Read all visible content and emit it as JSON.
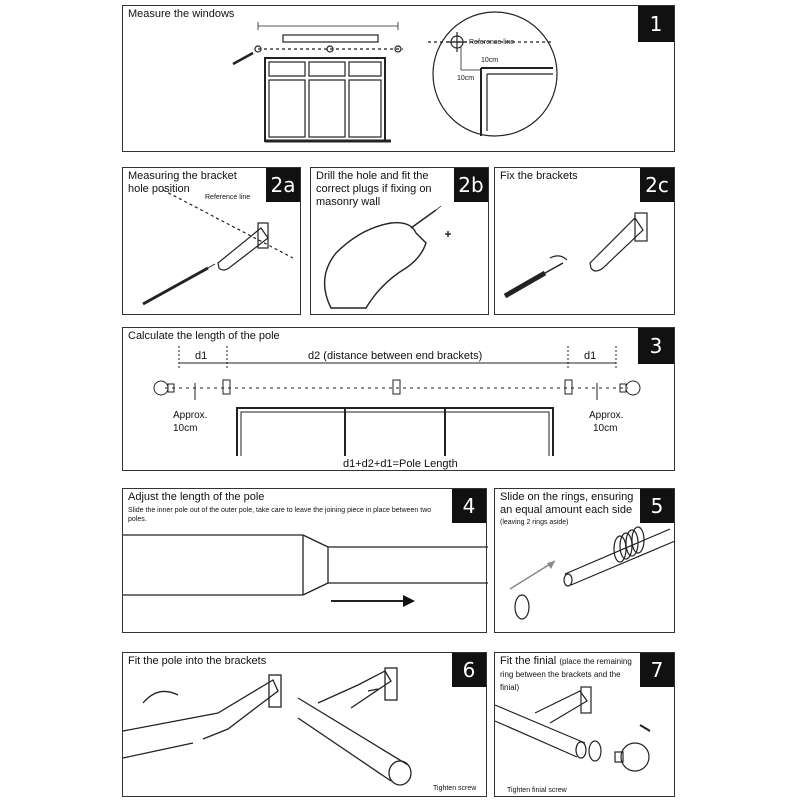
{
  "steps": {
    "s1": {
      "number": "1",
      "title": "Measure the windows",
      "ref_label": "Reference line",
      "dim_a": "10cm",
      "dim_b": "10cm"
    },
    "s2a": {
      "number": "2a",
      "title": "Measuring the bracket hole position",
      "ref_label": "Reference line"
    },
    "s2b": {
      "number": "2b",
      "title": "Drill the hole and fit the correct plugs if fixing on masonry wall"
    },
    "s2c": {
      "number": "2c",
      "title": "Fix the brackets"
    },
    "s3": {
      "number": "3",
      "title": "Calculate the length of the pole",
      "d1_left": "d1",
      "d2": "d2 (distance between end brackets)",
      "d1_right": "d1",
      "approx_left_1": "Approx.",
      "approx_left_2": "10cm",
      "approx_right_1": "Approx.",
      "approx_right_2": "10cm",
      "formula": "d1+d2+d1=Pole Length"
    },
    "s4": {
      "number": "4",
      "title": "Adjust the length of the pole",
      "note": "Slide the inner pole out of the outer pole, take care to leave the joining piece in place between two poles."
    },
    "s5": {
      "number": "5",
      "title": "Slide on the rings, ensuring an equal amount each side",
      "note": "(leaving 2 rings aside)"
    },
    "s6": {
      "number": "6",
      "title": "Fit the pole into the brackets",
      "caption": "Tighten screw"
    },
    "s7": {
      "number": "7",
      "title": "Fit the finial",
      "title_note": "(place the remaining ring between the brackets and the finial)",
      "caption": "Tighten finial screw"
    }
  }
}
